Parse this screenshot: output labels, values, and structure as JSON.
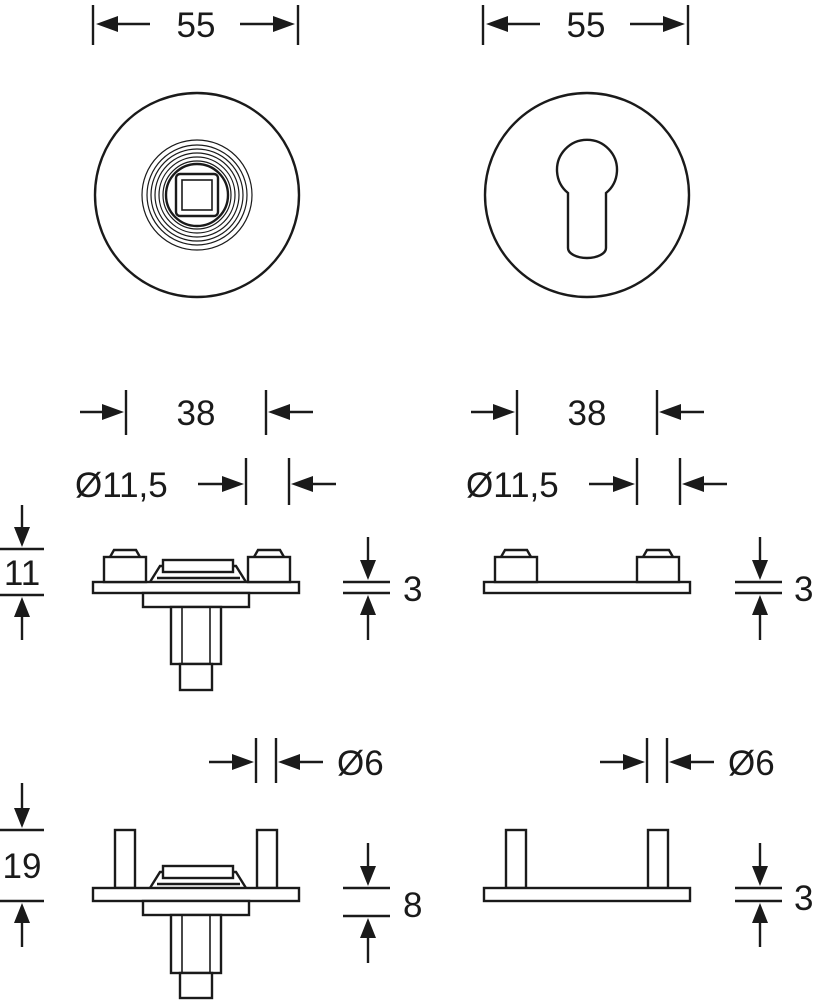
{
  "dimensions": {
    "rosette_diameter_left": "55",
    "rosette_diameter_right": "55",
    "fixing_spacing_left": "38",
    "fixing_spacing_right": "38",
    "spindle_hole_left": "Ø11,5",
    "spindle_hole_right": "Ø11,5",
    "height_clip_version": "11",
    "height_screw_version": "19",
    "plate_thickness_clip_left": "3",
    "plate_thickness_clip_right": "3",
    "plate_thickness_screw_left": "8",
    "plate_thickness_screw_right": "3",
    "pin_diameter_left": "Ø6",
    "pin_diameter_right": "Ø6"
  },
  "colors": {
    "line": "#1a1a1a",
    "background": "#ffffff"
  }
}
